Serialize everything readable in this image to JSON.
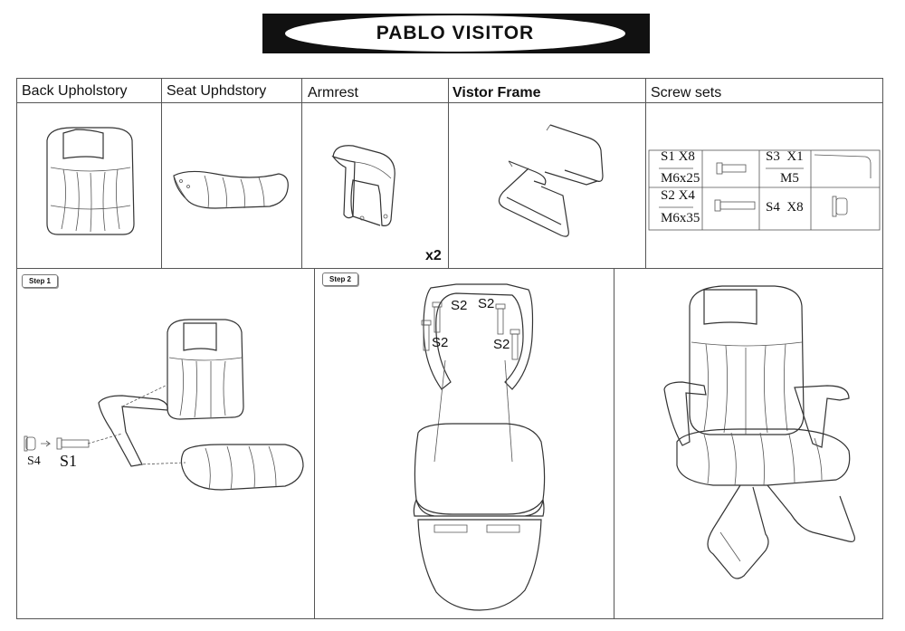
{
  "title": "PABLO VISITOR",
  "parts": {
    "back": "Back Upholstory",
    "seat": "Seat Uphdstory",
    "armrest": "Armrest",
    "frame": "Vistor Frame",
    "screws": "Screw sets",
    "armrest_qty": "x2"
  },
  "screws": {
    "s1_name": "S1 X8",
    "s1_size": "M6x25",
    "s2_name": "S2 X4",
    "s2_size": "M6x35",
    "s3_name": "S3  X1",
    "s3_size": "M5",
    "s4_name": "S4  X8"
  },
  "steps": {
    "step1": "Step 1",
    "step2": "Step 2"
  },
  "step1_labels": {
    "s4": "S4",
    "s1": "S1"
  },
  "step2_labels": {
    "a": "S2",
    "b": "S2",
    "c": "S2",
    "d": "S2"
  }
}
